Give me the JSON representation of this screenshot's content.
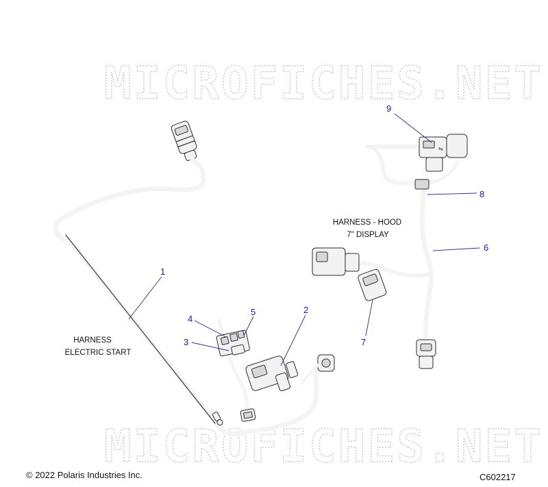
{
  "watermark": {
    "top_text": "MICROFICHES.NET",
    "bottom_text": "MICROFICHES.NET"
  },
  "labels": {
    "harness_electric_start": {
      "line1": "HARNESS",
      "line2": "ELECTRIC START"
    },
    "harness_hood": {
      "line1": "HARNESS - HOOD",
      "line2": "7\" DISPLAY"
    }
  },
  "callouts": [
    "1",
    "2",
    "3",
    "4",
    "5",
    "6",
    "7",
    "8",
    "9"
  ],
  "footer": {
    "copyright": "© 2022 Polaris Industries Inc.",
    "diagram_code": "C602217"
  }
}
